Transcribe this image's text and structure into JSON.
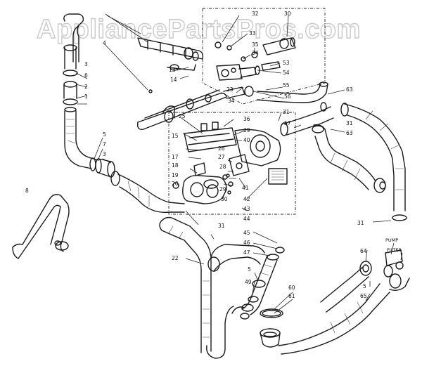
{
  "watermark": "AppliancePartsPros.com",
  "labels": {
    "pump": "PUMP",
    "filter": "FILTER"
  },
  "callouts": [
    {
      "id": "c32",
      "text": "32"
    },
    {
      "id": "c30",
      "text": "30"
    },
    {
      "id": "c33",
      "text": "33"
    },
    {
      "id": "c35",
      "text": "35"
    },
    {
      "id": "c34a",
      "text": "34"
    },
    {
      "id": "c53a",
      "text": "53"
    },
    {
      "id": "c54",
      "text": "54"
    },
    {
      "id": "c13",
      "text": "13"
    },
    {
      "id": "c14",
      "text": "14"
    },
    {
      "id": "c23",
      "text": "23"
    },
    {
      "id": "c34b",
      "text": "34"
    },
    {
      "id": "c55",
      "text": "55"
    },
    {
      "id": "c56",
      "text": "56"
    },
    {
      "id": "c31a",
      "text": "31"
    },
    {
      "id": "c63a",
      "text": "63"
    },
    {
      "id": "c57",
      "text": "57"
    },
    {
      "id": "c31b",
      "text": "31"
    },
    {
      "id": "c63b",
      "text": "63"
    },
    {
      "id": "c4",
      "text": "4"
    },
    {
      "id": "c3a",
      "text": "3"
    },
    {
      "id": "c6",
      "text": "6"
    },
    {
      "id": "c2",
      "text": "2"
    },
    {
      "id": "c1",
      "text": "1"
    },
    {
      "id": "c5a",
      "text": "5"
    },
    {
      "id": "c7",
      "text": "7"
    },
    {
      "id": "c3b",
      "text": "3"
    },
    {
      "id": "c8",
      "text": "8"
    },
    {
      "id": "c25",
      "text": "25"
    },
    {
      "id": "c36",
      "text": "36"
    },
    {
      "id": "c15",
      "text": "15"
    },
    {
      "id": "c39",
      "text": "39"
    },
    {
      "id": "c40",
      "text": "40"
    },
    {
      "id": "c26",
      "text": "26"
    },
    {
      "id": "c27",
      "text": "27"
    },
    {
      "id": "c17",
      "text": "17"
    },
    {
      "id": "c18",
      "text": "18"
    },
    {
      "id": "c28",
      "text": "28"
    },
    {
      "id": "c19",
      "text": "19"
    },
    {
      "id": "c20",
      "text": "20"
    },
    {
      "id": "c29",
      "text": "29"
    },
    {
      "id": "c41",
      "text": "41"
    },
    {
      "id": "c42",
      "text": "42"
    },
    {
      "id": "c43",
      "text": "43"
    },
    {
      "id": "c30b",
      "text": "30"
    },
    {
      "id": "c44",
      "text": "44"
    },
    {
      "id": "c31c",
      "text": "31"
    },
    {
      "id": "c31d",
      "text": "31"
    },
    {
      "id": "c45",
      "text": "45"
    },
    {
      "id": "c46",
      "text": "46"
    },
    {
      "id": "c47",
      "text": "47"
    },
    {
      "id": "c22",
      "text": "22"
    },
    {
      "id": "c5b",
      "text": "5"
    },
    {
      "id": "c49",
      "text": "49"
    },
    {
      "id": "c60",
      "text": "60"
    },
    {
      "id": "c61",
      "text": "61"
    },
    {
      "id": "c64",
      "text": "64"
    },
    {
      "id": "c5c",
      "text": "5"
    },
    {
      "id": "c65",
      "text": "65"
    }
  ]
}
